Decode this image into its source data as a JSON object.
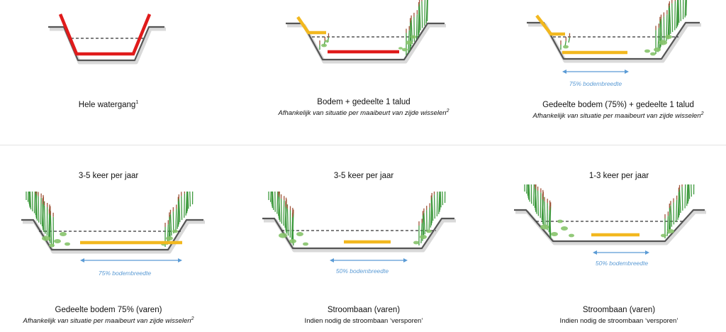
{
  "colors": {
    "mowed": "#e01b1b",
    "partial": "#f2b81f",
    "ditch": "#555555",
    "water_line": "#333333",
    "measure": "#5b9bd5",
    "reed": "#3e9a3e",
    "reed_tip": "#a0553a",
    "leaf": "#86c36a"
  },
  "panels": [
    {
      "id": "p1",
      "title": "Hele watergang",
      "title_sup": "1",
      "note": "",
      "frequency": "",
      "measure": ""
    },
    {
      "id": "p2",
      "title": "Bodem + gedeelte 1 talud",
      "title_sup": "",
      "note": "Afhankelijk van situatie per maaibeurt van zijde wisselen",
      "note_sup": "2",
      "frequency": "",
      "measure": ""
    },
    {
      "id": "p3",
      "title": "Gedeelte bodem (75%) + gedeelte 1 talud",
      "title_sup": "",
      "note": "Afhankelijk van situatie per maaibeurt van zijde wisselen",
      "note_sup": "2",
      "frequency": "",
      "measure": "75% bodembreedte"
    },
    {
      "id": "p4",
      "title": "Gedeelte bodem 75% (varen)",
      "title_sup": "",
      "note": "Afhankelijk van situatie per maaibeurt van zijde wisselen",
      "note_sup": "2",
      "frequency": "3-5 keer per jaar",
      "measure": "75% bodembreedte"
    },
    {
      "id": "p5",
      "title": "Stroombaan (varen)",
      "title_sup": "",
      "note": "Indien nodig de stroombaan ‘versporen’",
      "note_sup": "",
      "frequency": "3-5 keer per jaar",
      "measure": "50% bodembreedte"
    },
    {
      "id": "p6",
      "title": "Stroombaan (varen)",
      "title_sup": "",
      "note": "Indien nodig de stroombaan ‘versporen’",
      "note_sup": "",
      "frequency": "1-3 keer per jaar",
      "measure": "50% bodembreedte"
    }
  ]
}
